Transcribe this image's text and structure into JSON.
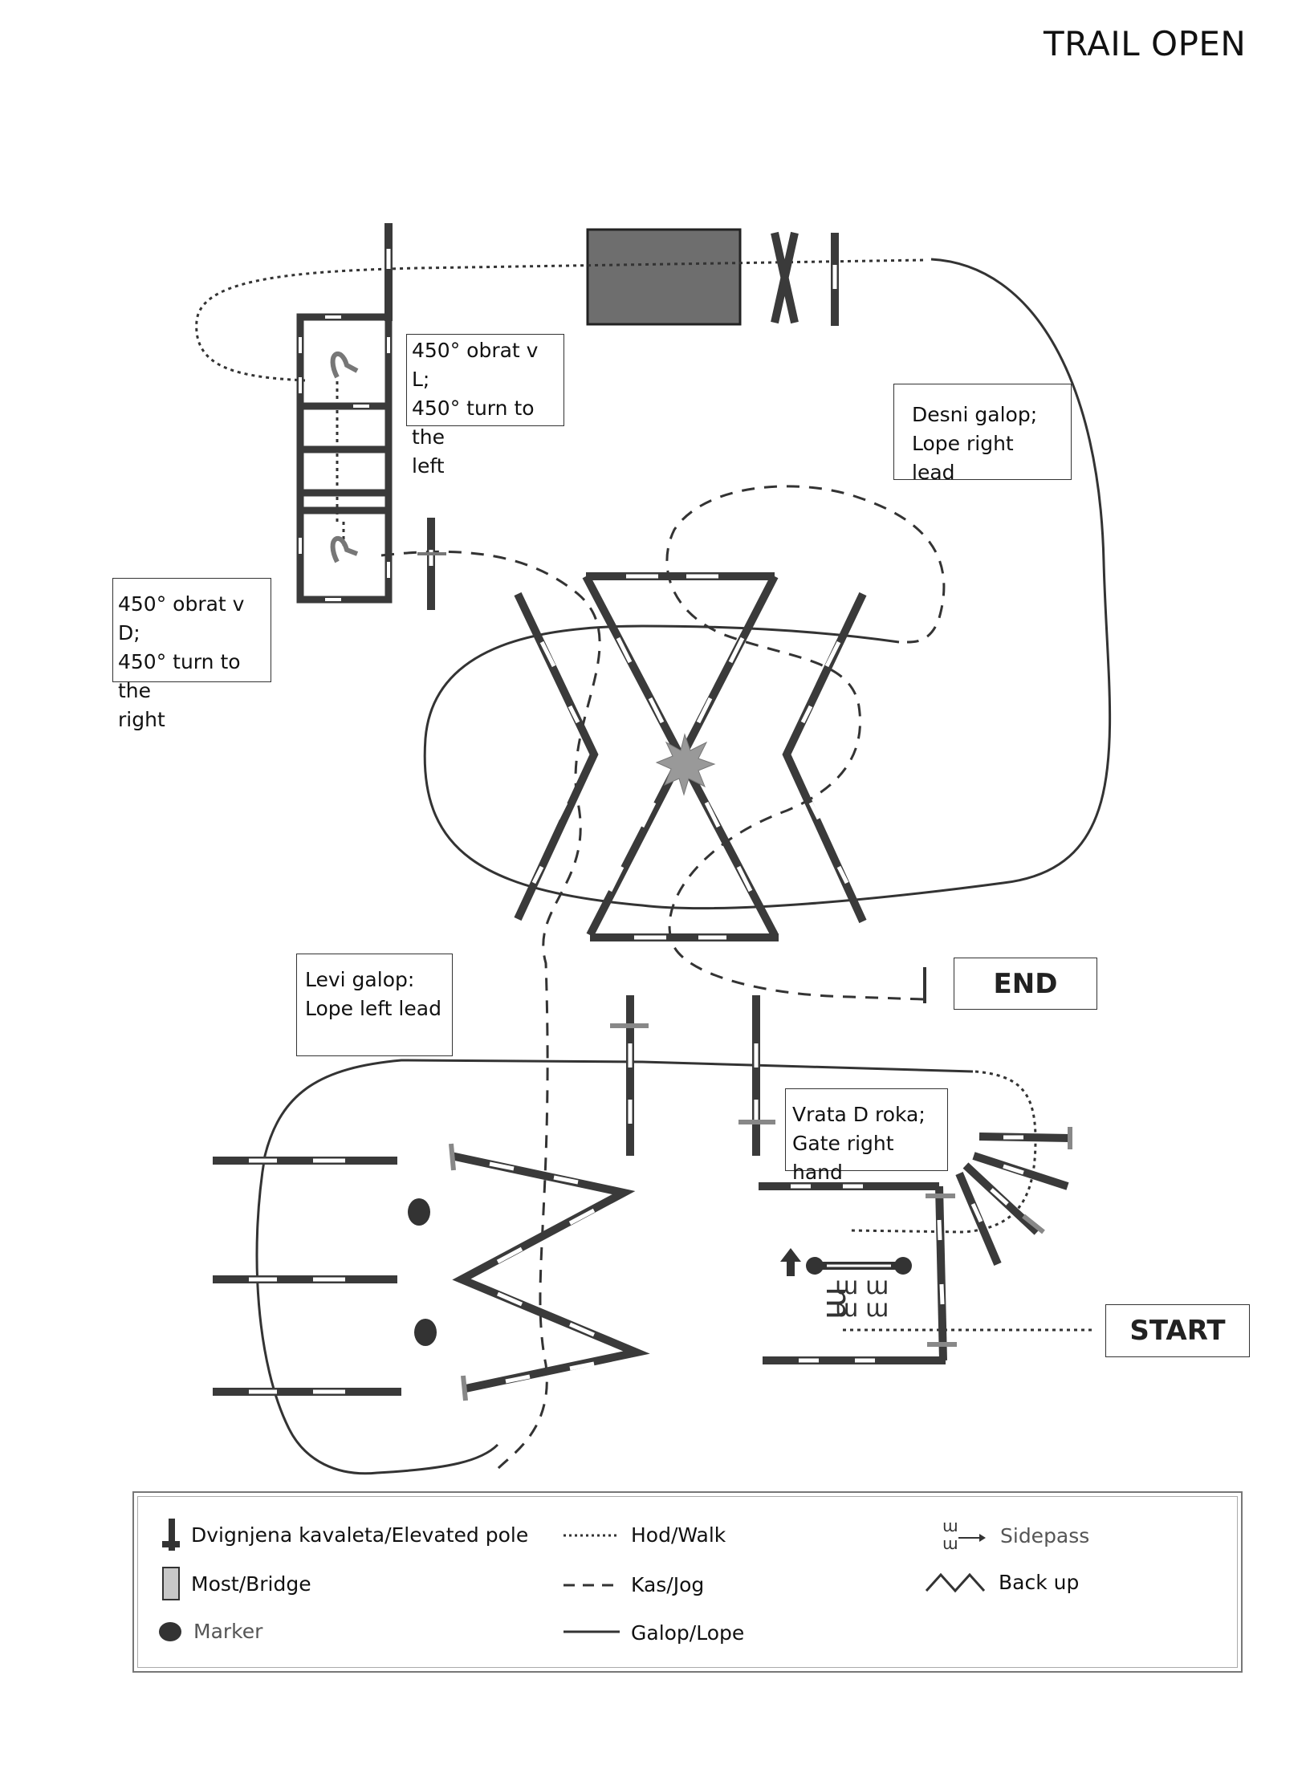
{
  "title": "TRAIL OPEN",
  "notes": {
    "turn_left": [
      "450° obrat v L;",
      "450° turn to the",
      "left"
    ],
    "turn_right": [
      "450° obrat v D;",
      "450° turn to the",
      "right"
    ],
    "lope_right": [
      "Desni galop;",
      "Lope right lead"
    ],
    "lope_left": [
      "Levi galop:",
      "Lope left lead"
    ],
    "gate": [
      "Vrata D roka;",
      "Gate right hand"
    ]
  },
  "markers": {
    "end": "END",
    "start": "START"
  },
  "legend": {
    "elevated_pole": "Dvignjena kavaleta/Elevated pole",
    "bridge": "Most/Bridge",
    "marker": "Marker",
    "walk": "Hod/Walk",
    "jog": "Kas/Jog",
    "lope": "Galop/Lope",
    "sidepass": "Sidepass",
    "back_up": "Back up"
  },
  "colors": {
    "pole": "#3a3a3a",
    "bridge": "#6e6e6e",
    "line": "#333333",
    "star": "#999999"
  }
}
